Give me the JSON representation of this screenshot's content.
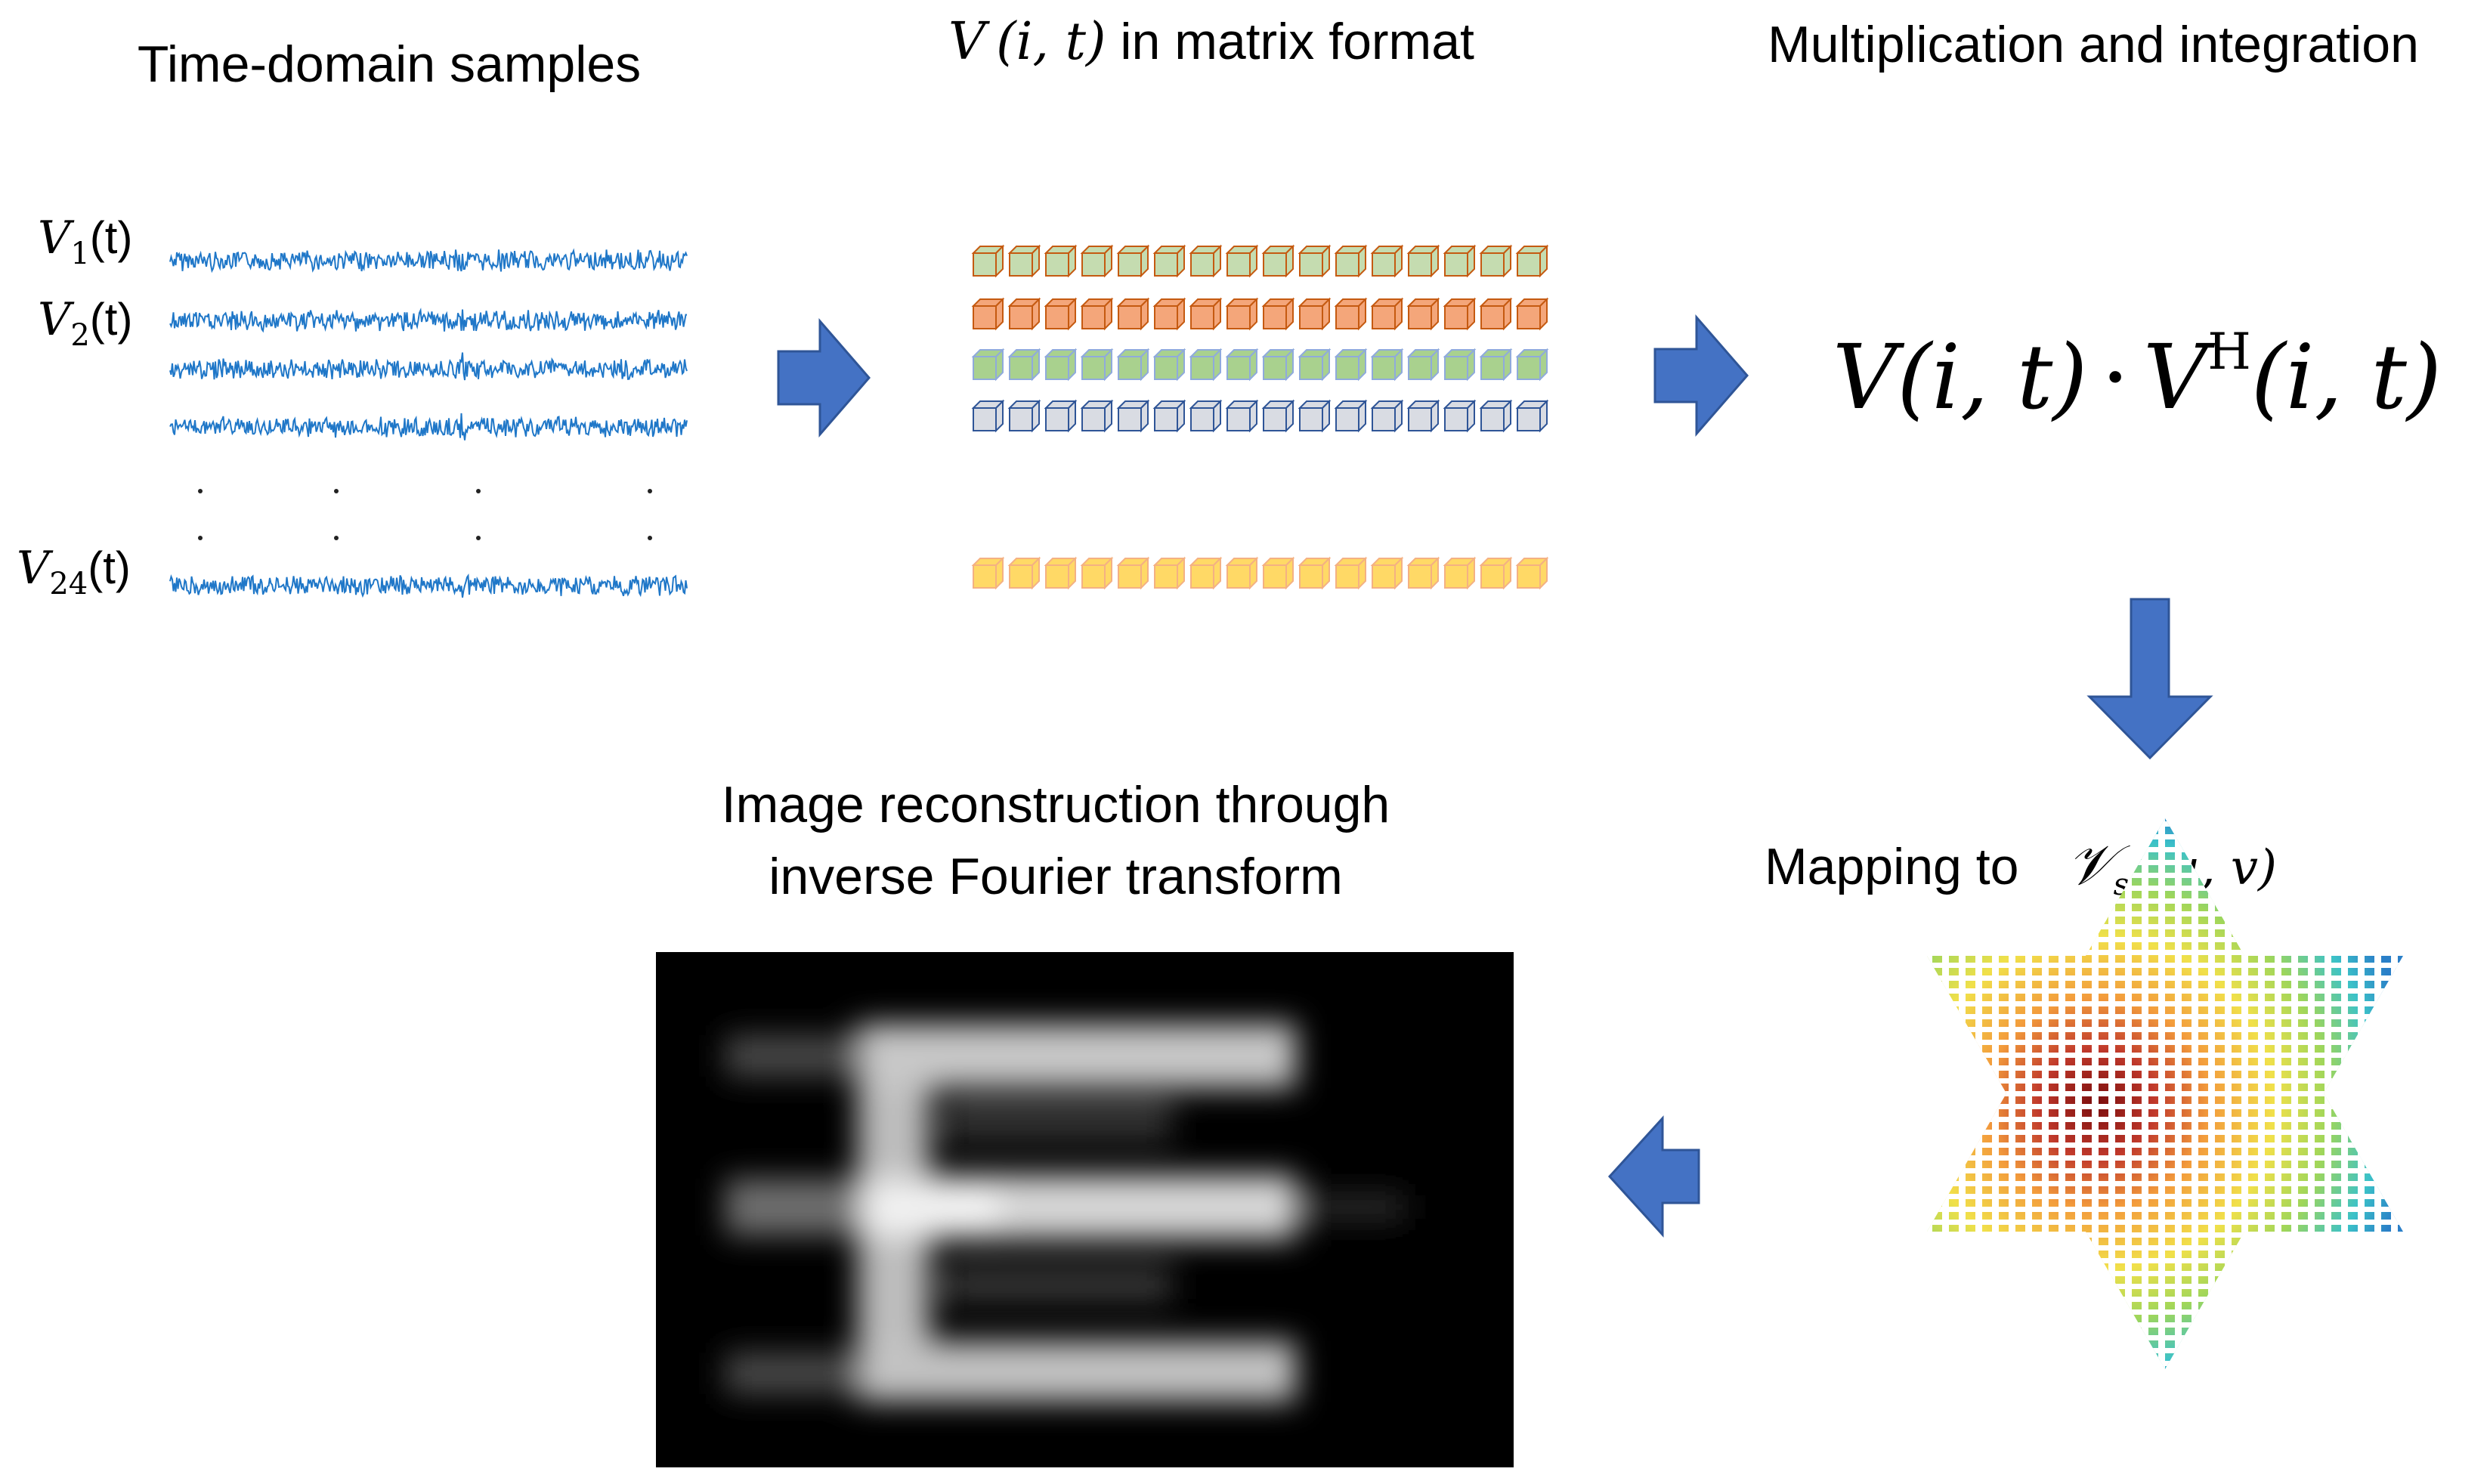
{
  "titles": {
    "time_domain": "Time-domain samples",
    "matrix_prefix": "V",
    "matrix_args": "(i, t)",
    "matrix_suffix": " in matrix format",
    "multiplication": "Multiplication and integration",
    "mapping_prefix": "Mapping to",
    "mapping_args": "(u, v)",
    "reconstruction_line1": "Image reconstruction through",
    "reconstruction_line2": "inverse Fourier transform"
  },
  "signals": {
    "labels": [
      {
        "var": "V",
        "sub": "1",
        "arg": "(t)"
      },
      {
        "var": "V",
        "sub": "2",
        "arg": "(t)"
      },
      {
        "var": "V",
        "sub": "24",
        "arg": "(t)"
      }
    ],
    "ellipsis": "·"
  },
  "formula": {
    "lhs": "V(i, t)",
    "dot": "·",
    "rhs_var": "V",
    "rhs_sup": "H",
    "rhs_args": "(i, t)"
  },
  "colors": {
    "signal": "#1f77c8",
    "arrow": "#4472c4",
    "arrow_stroke": "#2f5597",
    "row1_face": "#c5dcb0",
    "row1_edge": "#c55a11",
    "row2_face": "#f4a67a",
    "row2_edge": "#c55a11",
    "row3_face": "#a9d18e",
    "row3_edge": "#8faadc",
    "row4_face": "#d9dce3",
    "row4_edge": "#2f5597",
    "row5_face": "#ffd966",
    "row5_edge": "#f4b183"
  },
  "icons": [
    "arrow-right-icon",
    "arrow-down-icon",
    "arrow-left-icon"
  ]
}
